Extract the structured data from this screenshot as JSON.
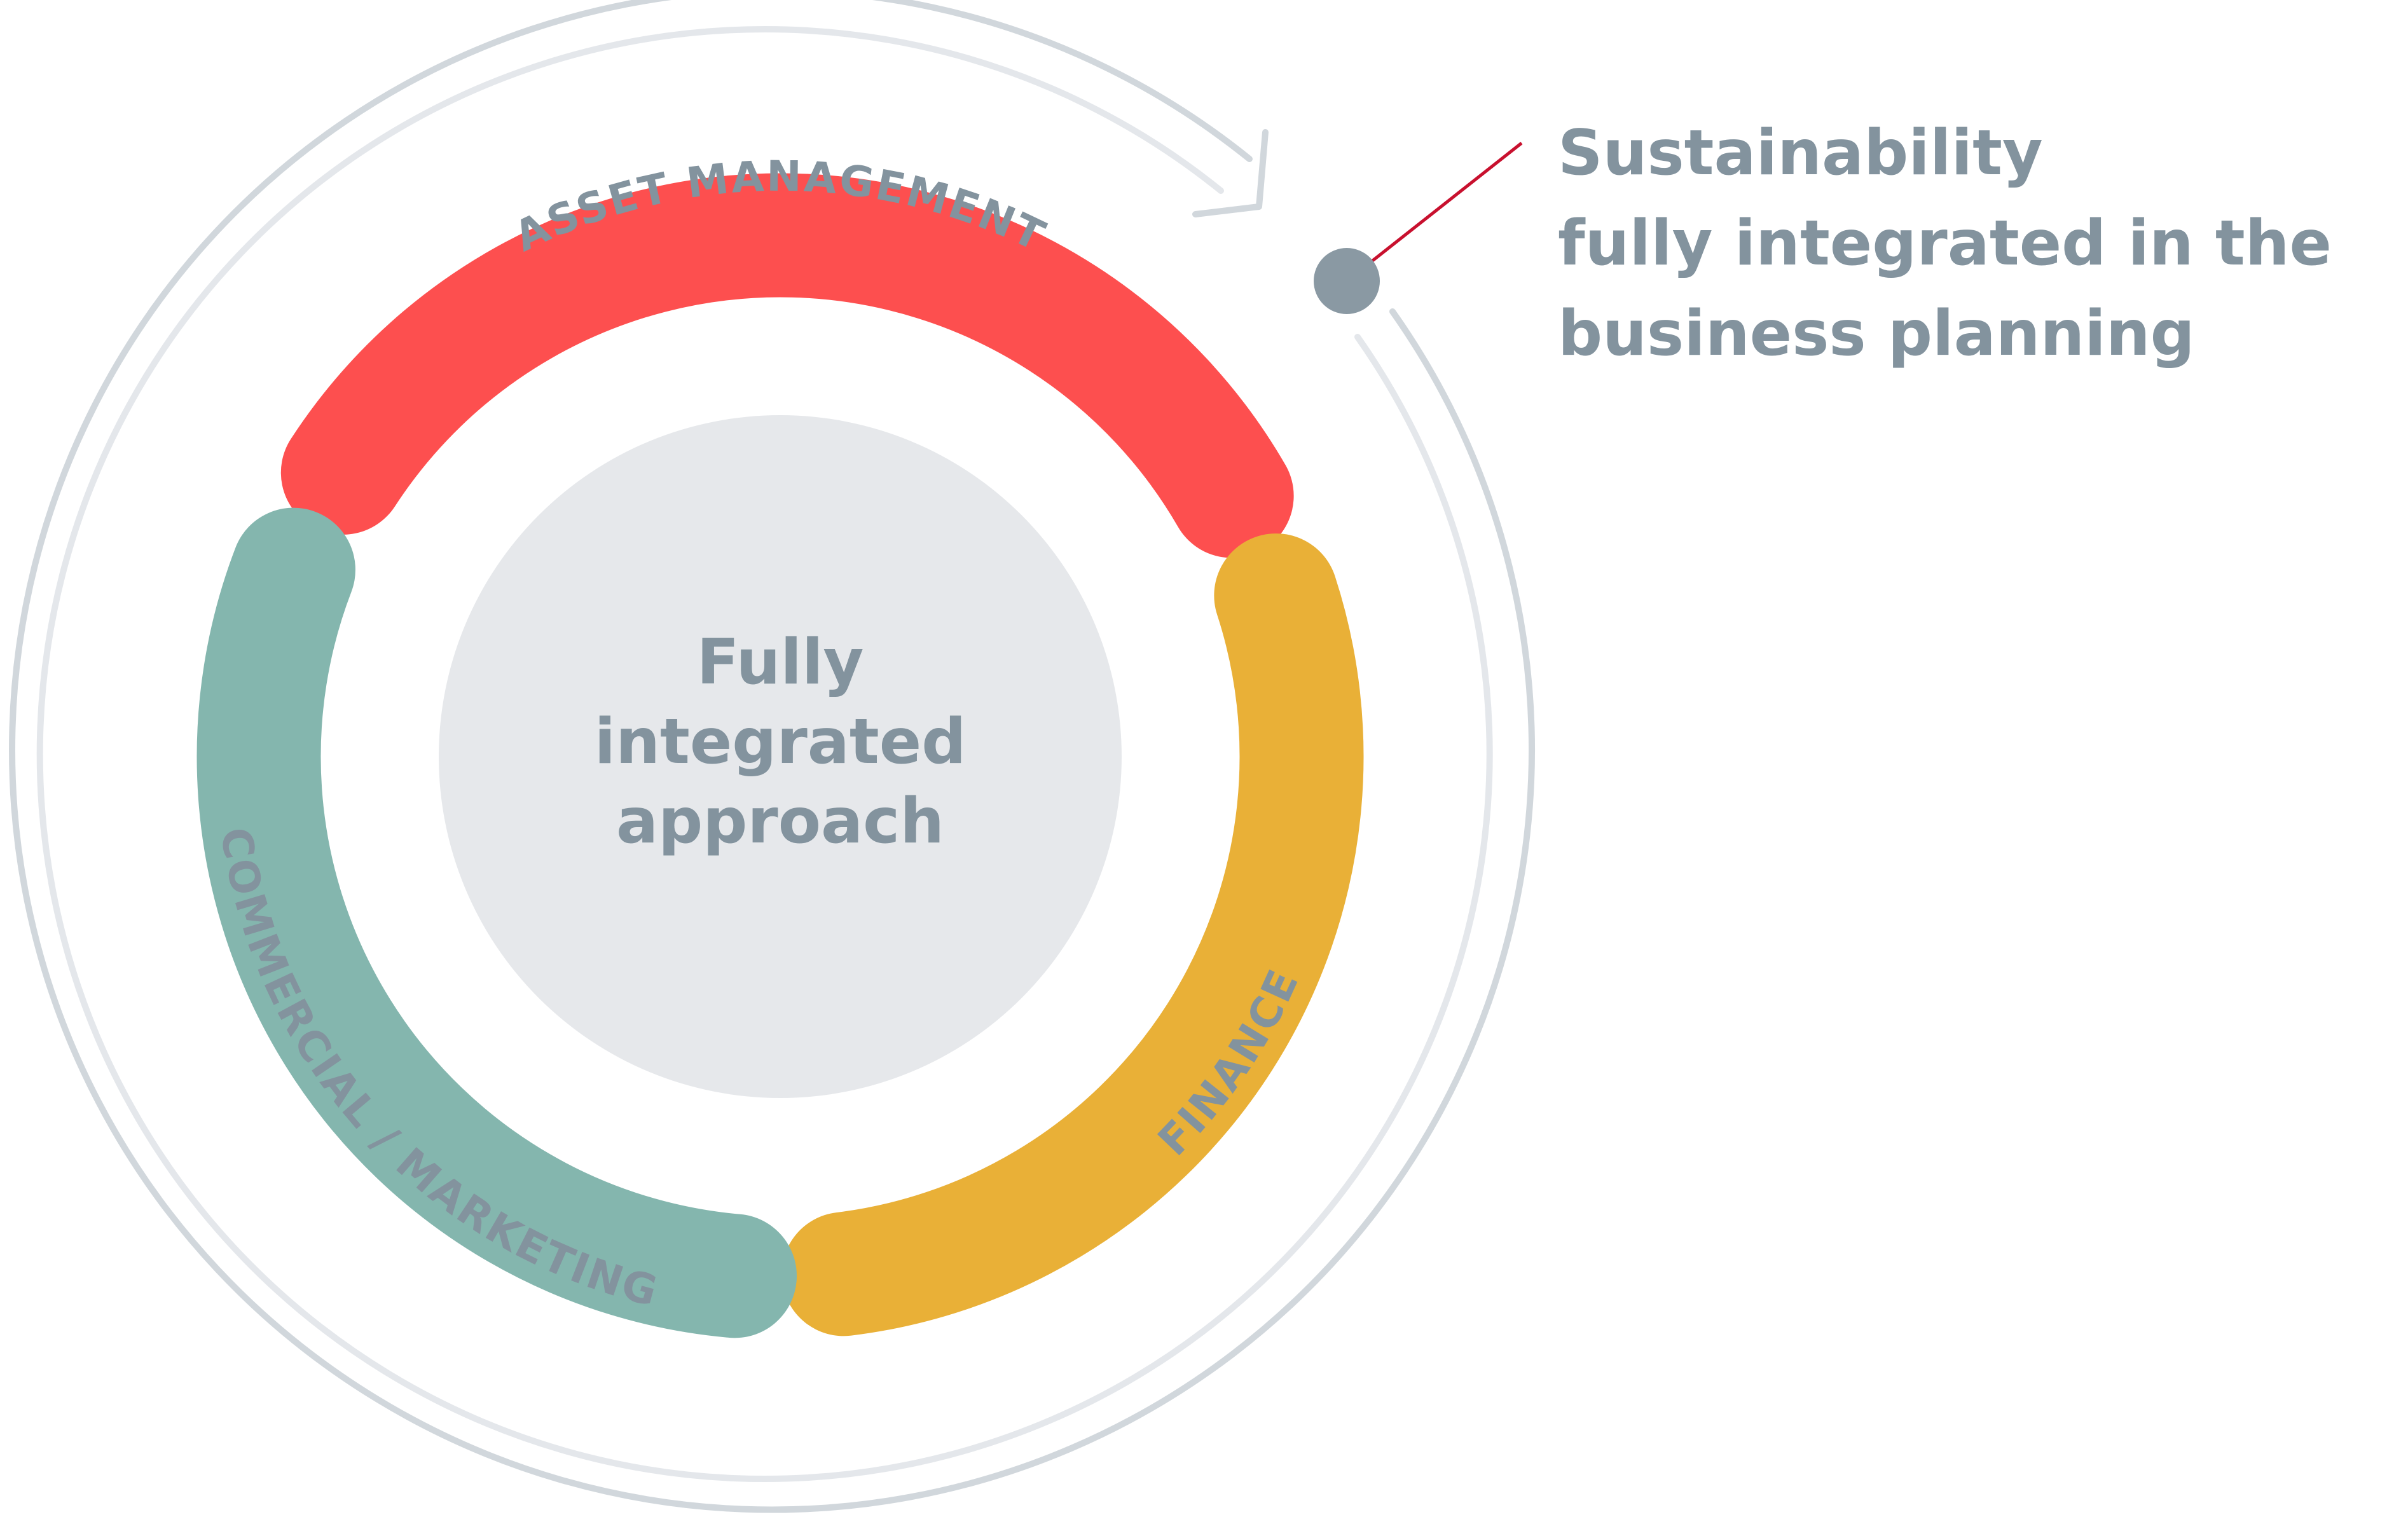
{
  "center": {
    "lines": [
      "Fully",
      "integrated",
      "approach"
    ]
  },
  "segments": [
    {
      "label": "ASSET MANAGEMENT",
      "color": "#fd4f4f"
    },
    {
      "label": "FINANCE",
      "color": "#e9b037"
    },
    {
      "label": "COMMERCIAL / MARKETING",
      "color": "#84b6ae"
    }
  ],
  "callout": {
    "lines": [
      "Sustainability",
      "fully integrated in the",
      "business planning"
    ],
    "marker_color": "#8a99a3",
    "line_color": "#c8102e"
  },
  "colors": {
    "outer_ring": "#d1d7dc",
    "inner_ring": "#e4e7eb",
    "center_fill": "#e6e8eb",
    "text": "#83939e"
  }
}
